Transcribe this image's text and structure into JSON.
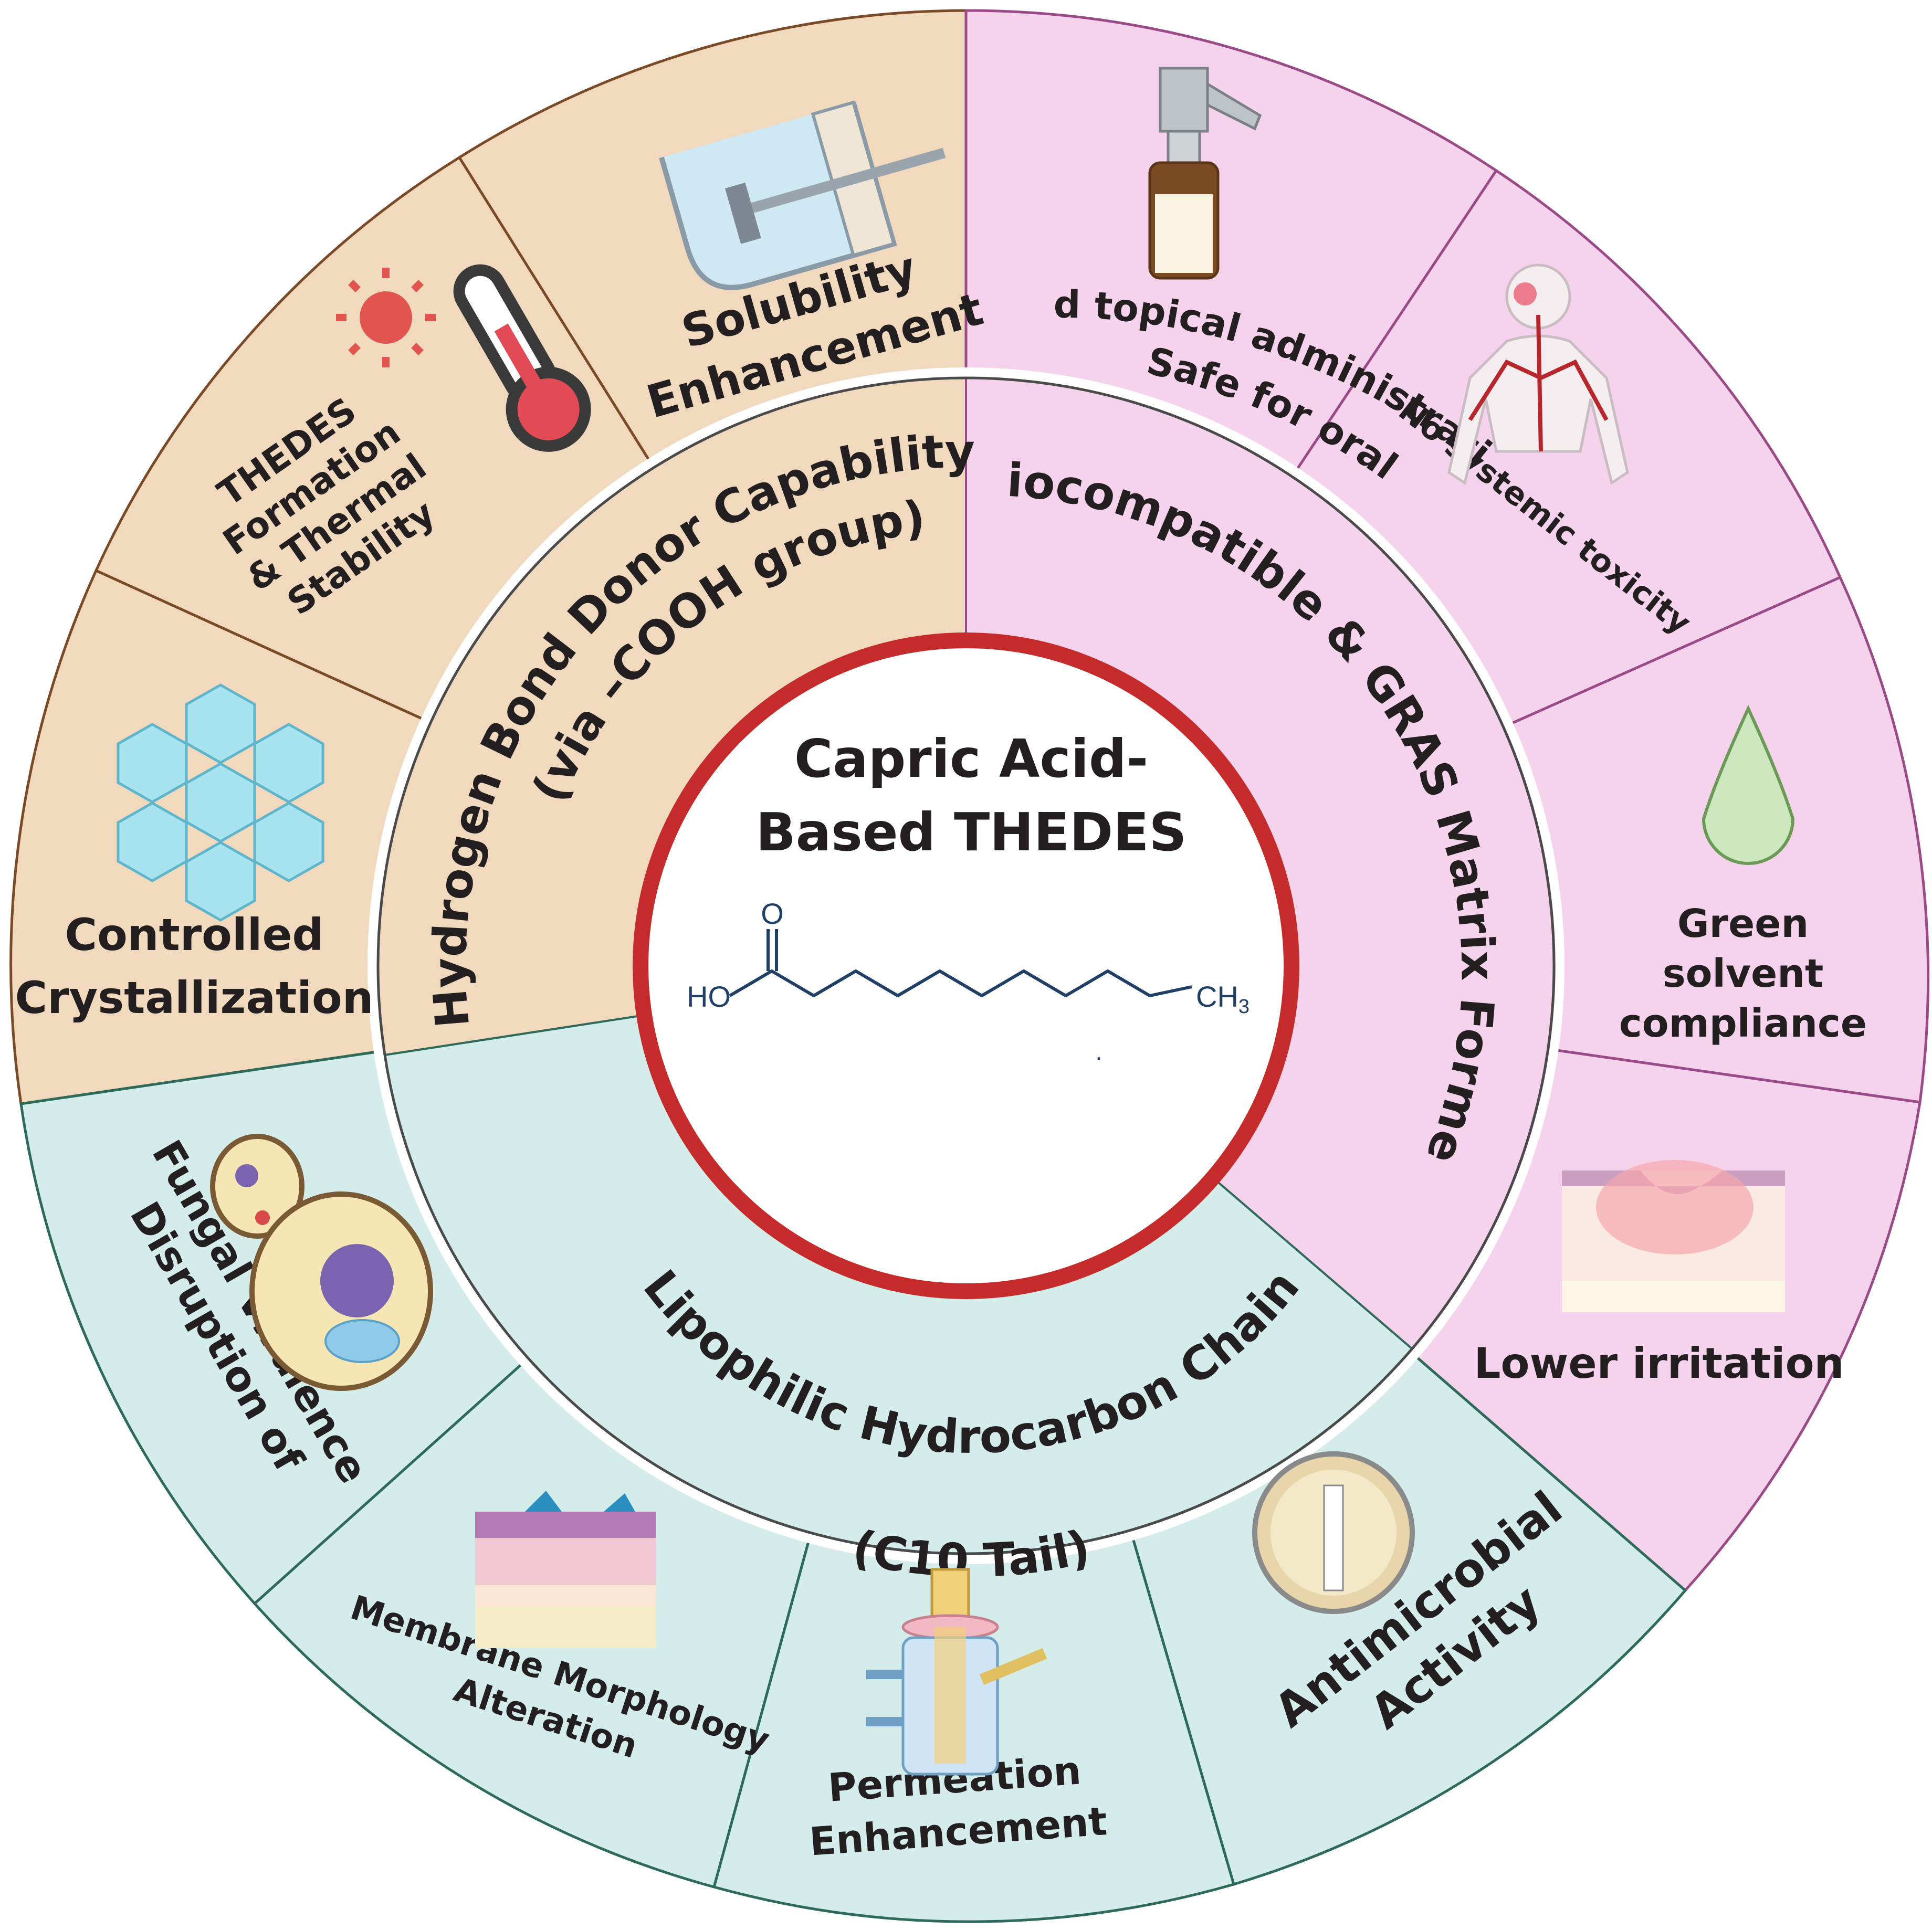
{
  "center": {
    "title_line1": "Capric Acid-",
    "title_line2": "Based THEDES",
    "formula_left": "HO",
    "formula_right": "CH",
    "formula_sub": "3",
    "formula_oxygen": "O",
    "formula_dot": "·"
  },
  "middle_ring": {
    "hbond": {
      "line1": "Hydrogen Bond Donor Capability",
      "line2": "(via –COOH group)"
    },
    "biocompat": {
      "label": "Biocompatible & GRAS Matrix Former"
    },
    "lipophilic": {
      "line1": "Lipophilic Hydrocarbon Chain",
      "line2": "(C10 Tail)"
    }
  },
  "outer_ring": {
    "solubility": {
      "line1": "Solubility",
      "line2": "Enhancement",
      "icon": "syringe-icon"
    },
    "thedes_formation": {
      "line1": "THEDES",
      "line2": "Formation",
      "line3": "& Thermal",
      "line4": "Stability",
      "icon": "thermometer-icon"
    },
    "crystallization": {
      "line1": "Controlled",
      "line2": "Crystallization",
      "icon": "crystal-lattice-icon"
    },
    "safe_admin": {
      "line1": "Safe for oral",
      "line2": "and topical administration",
      "icon": "spray-bottle-icon"
    },
    "no_toxicity": {
      "label": "No systemic toxicity",
      "icon": "body-vasculature-icon"
    },
    "green_solvent": {
      "line1": "Green",
      "line2": "solvent",
      "line3": "compliance",
      "icon": "droplet-icon"
    },
    "lower_irritation": {
      "label": "Lower irritation",
      "icon": "skin-icon"
    },
    "antimicrobial": {
      "line1": "Antimicrobial",
      "line2": "Activity",
      "icon": "petri-dish-icon"
    },
    "permeation": {
      "line1": "Permeation",
      "line2": "Enhancement",
      "icon": "diffusion-cell-icon"
    },
    "membrane": {
      "line1": "Membrane Morphology",
      "line2": "Alteration",
      "icon": "skin-layers-icon"
    },
    "fungal": {
      "line1": "Disruption of",
      "line2": "Fungal Virulence",
      "icon": "fungal-cell-icon"
    }
  },
  "colors": {
    "tan_fill": "#f0d9bc",
    "tan_stroke": "#7a4a26",
    "pink_fill": "#f6d3ec",
    "pink_stroke": "#9a4a86",
    "teal_fill": "#d4ecea",
    "teal_stroke": "#2e6a5a",
    "center_ring": "#c52b2b",
    "chem_blue": "#1f3f66"
  }
}
